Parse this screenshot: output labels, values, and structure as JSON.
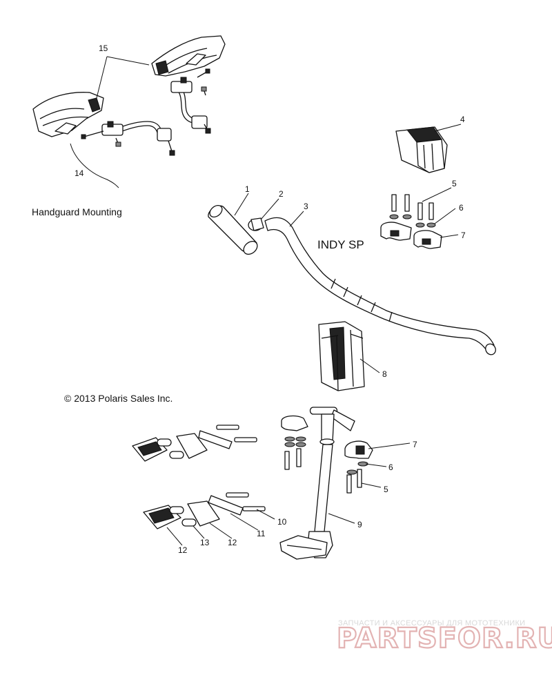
{
  "diagram": {
    "captions": {
      "handguard": "Handguard Mounting",
      "model": "INDY SP",
      "copyright": "© 2013 Polaris Sales Inc."
    },
    "callouts": [
      {
        "id": "c1",
        "text": "1"
      },
      {
        "id": "c2",
        "text": "2"
      },
      {
        "id": "c3",
        "text": "3"
      },
      {
        "id": "c4",
        "text": "4"
      },
      {
        "id": "c5a",
        "text": "5"
      },
      {
        "id": "c6a",
        "text": "6"
      },
      {
        "id": "c7a",
        "text": "7"
      },
      {
        "id": "c8",
        "text": "8"
      },
      {
        "id": "c7b",
        "text": "7"
      },
      {
        "id": "c6b",
        "text": "6"
      },
      {
        "id": "c5b",
        "text": "5"
      },
      {
        "id": "c9",
        "text": "9"
      },
      {
        "id": "c10",
        "text": "10"
      },
      {
        "id": "c11",
        "text": "11"
      },
      {
        "id": "c12a",
        "text": "12"
      },
      {
        "id": "c13",
        "text": "13"
      },
      {
        "id": "c12b",
        "text": "12"
      },
      {
        "id": "c14",
        "text": "14"
      },
      {
        "id": "c15",
        "text": "15"
      }
    ],
    "watermark": {
      "tagline": "ЗАПЧАСТИ И АКСЕССУАРЫ ДЛЯ МОТОТЕХНИКИ",
      "logo": "PARTSFOR.RU"
    }
  }
}
